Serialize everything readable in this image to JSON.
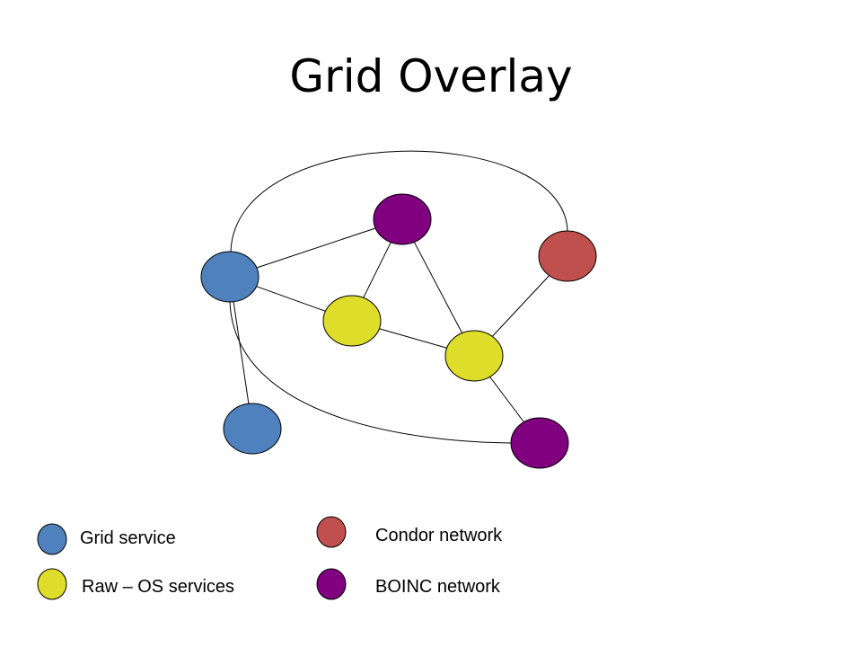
{
  "title": "Grid Overlay",
  "node_types": {
    "grid": {
      "color": "#4f81bd"
    },
    "raw": {
      "color": "#dddd2a"
    },
    "condor": {
      "color": "#c0504d"
    },
    "boinc": {
      "color": "#800080"
    }
  },
  "legend": [
    {
      "type": "grid",
      "label": "Grid service"
    },
    {
      "type": "raw",
      "label": "Raw – OS services"
    },
    {
      "type": "condor",
      "label": "Condor network"
    },
    {
      "type": "boinc",
      "label": "BOINC network"
    }
  ],
  "nodes": [
    {
      "id": "grid-1",
      "type": "grid"
    },
    {
      "id": "grid-2",
      "type": "grid"
    },
    {
      "id": "boinc-1",
      "type": "boinc"
    },
    {
      "id": "boinc-2",
      "type": "boinc"
    },
    {
      "id": "raw-1",
      "type": "raw"
    },
    {
      "id": "raw-2",
      "type": "raw"
    },
    {
      "id": "condor-1",
      "type": "condor"
    }
  ],
  "edges": [
    {
      "from": "grid-1",
      "to": "boinc-1"
    },
    {
      "from": "grid-1",
      "to": "raw-1"
    },
    {
      "from": "grid-1",
      "to": "grid-2"
    },
    {
      "from": "boinc-1",
      "to": "raw-1"
    },
    {
      "from": "boinc-1",
      "to": "raw-2"
    },
    {
      "from": "raw-1",
      "to": "raw-2"
    },
    {
      "from": "raw-2",
      "to": "condor-1"
    },
    {
      "from": "raw-2",
      "to": "boinc-2"
    },
    {
      "from": "grid-1",
      "to": "condor-1",
      "curved": true
    },
    {
      "from": "grid-1",
      "to": "boinc-2",
      "curved": true
    }
  ]
}
